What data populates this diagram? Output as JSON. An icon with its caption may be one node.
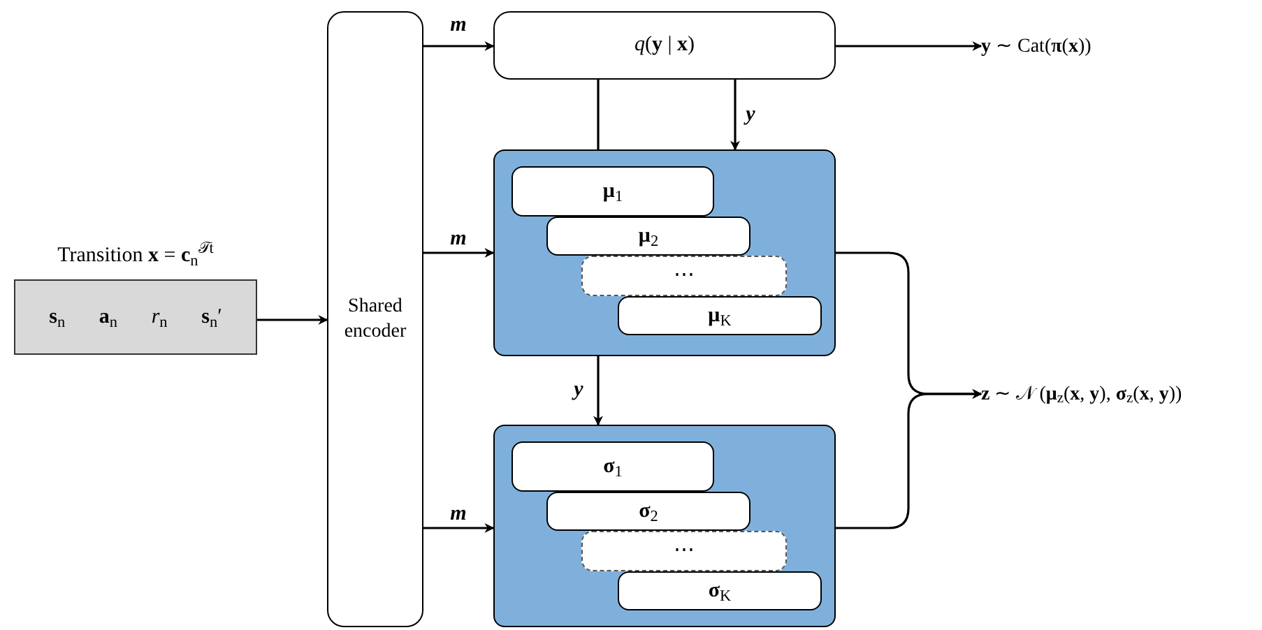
{
  "diagram": {
    "nodes": [
      {
        "text": [
          "Transition **x** = **c**$_{n}$$^{𝒯t}$",
          "**s**$_{n}$",
          "**a**$_{n}$",
          "*r*$_{n}$",
          "**s**$_{n}$′"
        ]
      },
      {
        "text": [
          "Shared encoder"
        ]
      },
      {
        "text": [
          "*q*(**y** | **x**)"
        ]
      },
      {
        "text": [],
        "shape": "box"
      },
      {
        "text": [
          "**μ**$_{1}$"
        ],
        "in": 3
      },
      {
        "text": [
          "**μ**$_{2}$"
        ],
        "in": 3
      },
      {
        "text": [
          "⋯"
        ],
        "in": 3
      },
      {
        "text": [
          "**μ**$_{K}$"
        ],
        "in": 3
      },
      {
        "text": [],
        "shape": "box"
      },
      {
        "text": [
          "**σ**$_{1}$"
        ],
        "in": 8
      },
      {
        "text": [
          "**σ**$_{2}$"
        ],
        "in": 8
      },
      {
        "text": [
          "⋯"
        ],
        "in": 8
      },
      {
        "text": [
          "**σ**$_{K}$"
        ],
        "in": 8
      },
      {
        "text": [
          "**y** ∼ Cat(**π**(**x**))"
        ]
      },
      {
        "text": [
          "**z** ∼ 𝒩 (**μ**$_{z}$(**x**, **y**), **σ**$_{z}$(**x**, **y**))"
        ]
      }
    ],
    "edges": [
      {
        "from": 0,
        "to": 1,
        "arrow": "to"
      },
      {
        "from": 1,
        "to": 2,
        "arrow": "to",
        "label": "m"
      },
      {
        "from": 1,
        "to": 3,
        "arrow": "to",
        "label": "m"
      },
      {
        "from": 1,
        "to": 8,
        "arrow": "to",
        "label": "m"
      },
      {
        "from": 2,
        "to": 13,
        "arrow": "to"
      },
      {
        "from": 2,
        "to": 3,
        "arrow": "to",
        "label": "y"
      },
      {
        "from": 2,
        "to": 3,
        "arrow": "none"
      },
      {
        "from": 3,
        "to": 8,
        "arrow": "to",
        "label": "y"
      },
      {
        "from": 3,
        "to": 14,
        "arrow": "to"
      },
      {
        "from": 8,
        "to": 14,
        "arrow": "to"
      }
    ]
  }
}
